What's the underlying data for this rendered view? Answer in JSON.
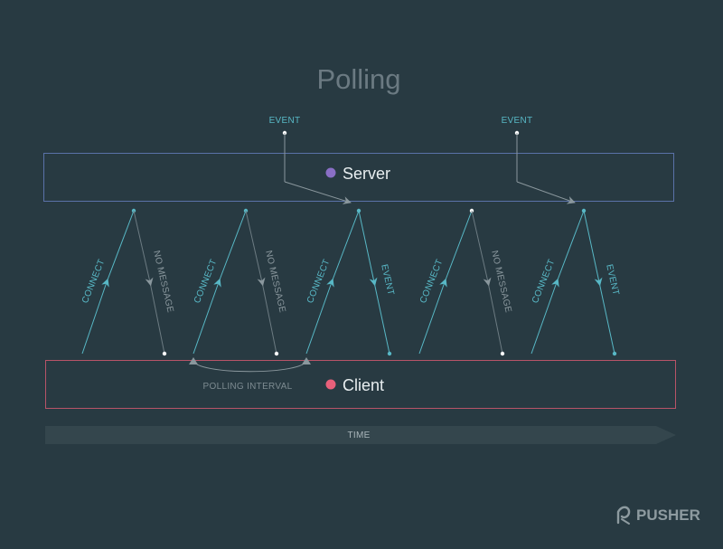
{
  "title": "Polling",
  "server": {
    "label": "Server",
    "dot_color": "#8a6fc6",
    "border_color": "#5a72a8"
  },
  "client": {
    "label": "Client",
    "dot_color": "#e8607a",
    "border_color": "#b85468"
  },
  "event_label": "EVENT",
  "connect_label": "CONNECT",
  "no_message_label": "NO MESSAGE",
  "polling_interval_label": "POLLING INTERVAL",
  "time_label": "TIME",
  "brand": "PUSHER",
  "colors": {
    "background": "#283a42",
    "connect_line": "#58b8c6",
    "event_line": "#58b8c6",
    "no_message_line": "#6c7b82",
    "arrow_fill": "#34464d"
  },
  "polls": [
    {
      "request": "CONNECT",
      "response": "NO MESSAGE"
    },
    {
      "request": "CONNECT",
      "response": "NO MESSAGE"
    },
    {
      "request": "CONNECT",
      "response": "EVENT"
    },
    {
      "request": "CONNECT",
      "response": "NO MESSAGE"
    },
    {
      "request": "CONNECT",
      "response": "EVENT"
    }
  ],
  "server_events": [
    {
      "label": "EVENT"
    },
    {
      "label": "EVENT"
    }
  ]
}
